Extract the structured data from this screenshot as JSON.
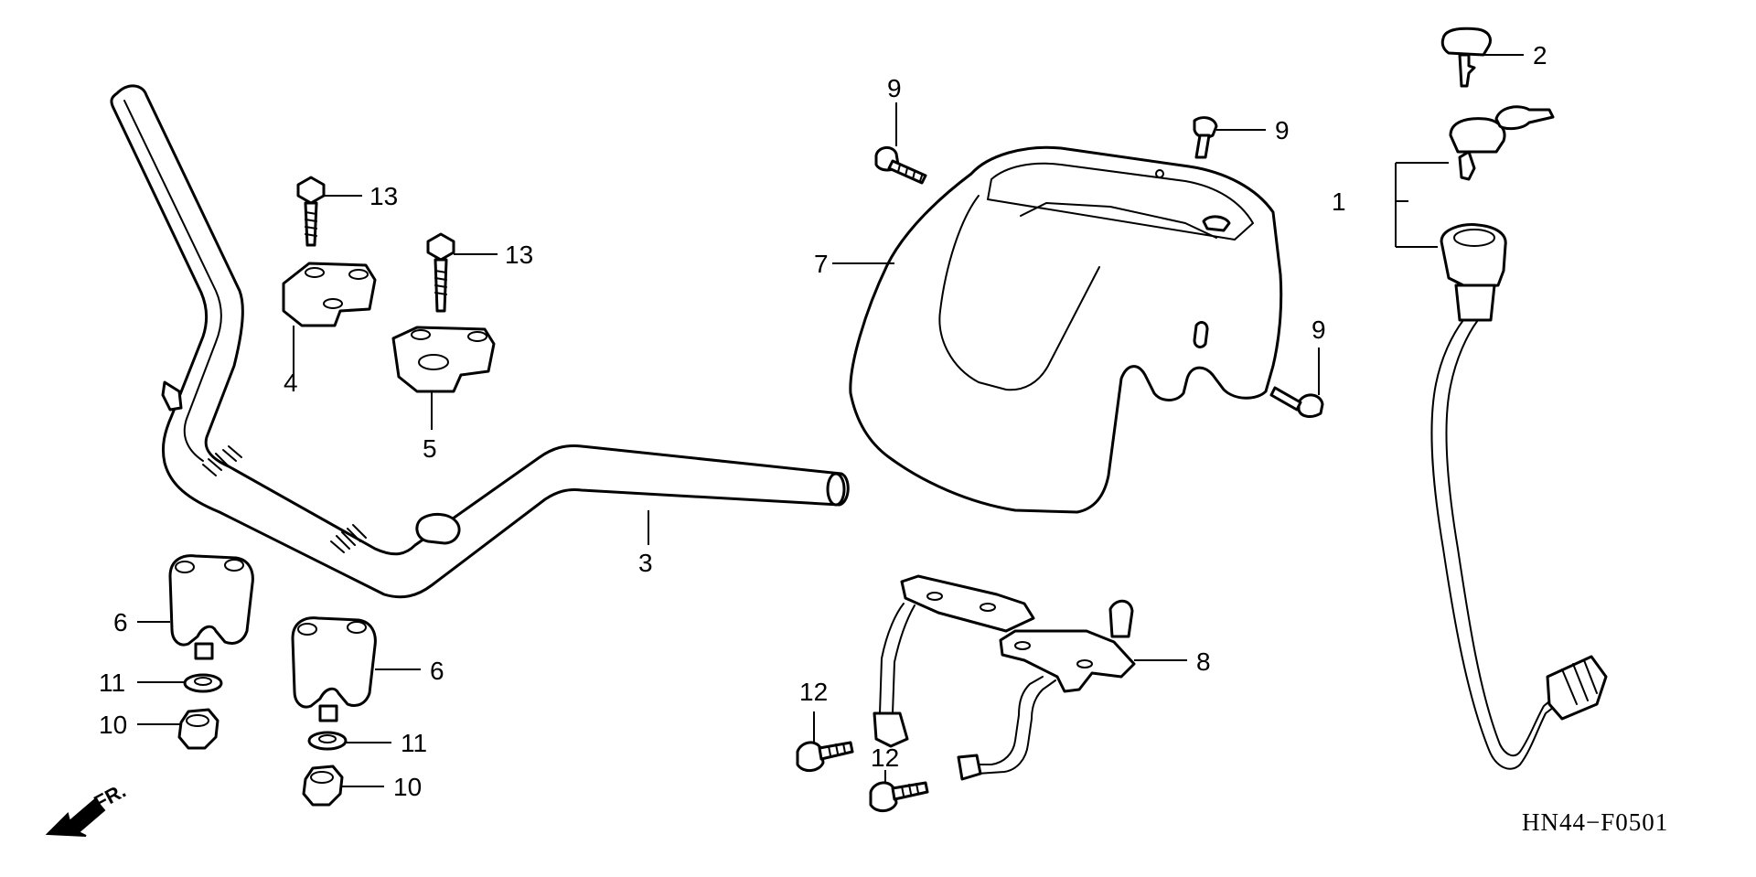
{
  "callouts": {
    "c1": "1",
    "c2": "2",
    "c3": "3",
    "c4": "4",
    "c5": "5",
    "c6a": "6",
    "c6b": "6",
    "c7": "7",
    "c8": "8",
    "c9a": "9",
    "c9b": "9",
    "c9c": "9",
    "c10a": "10",
    "c10b": "10",
    "c11a": "11",
    "c11b": "11",
    "c12a": "12",
    "c12b": "12",
    "c13a": "13",
    "c13b": "13"
  },
  "diagram_code": "HN44−F0501",
  "direction_label": "FR."
}
